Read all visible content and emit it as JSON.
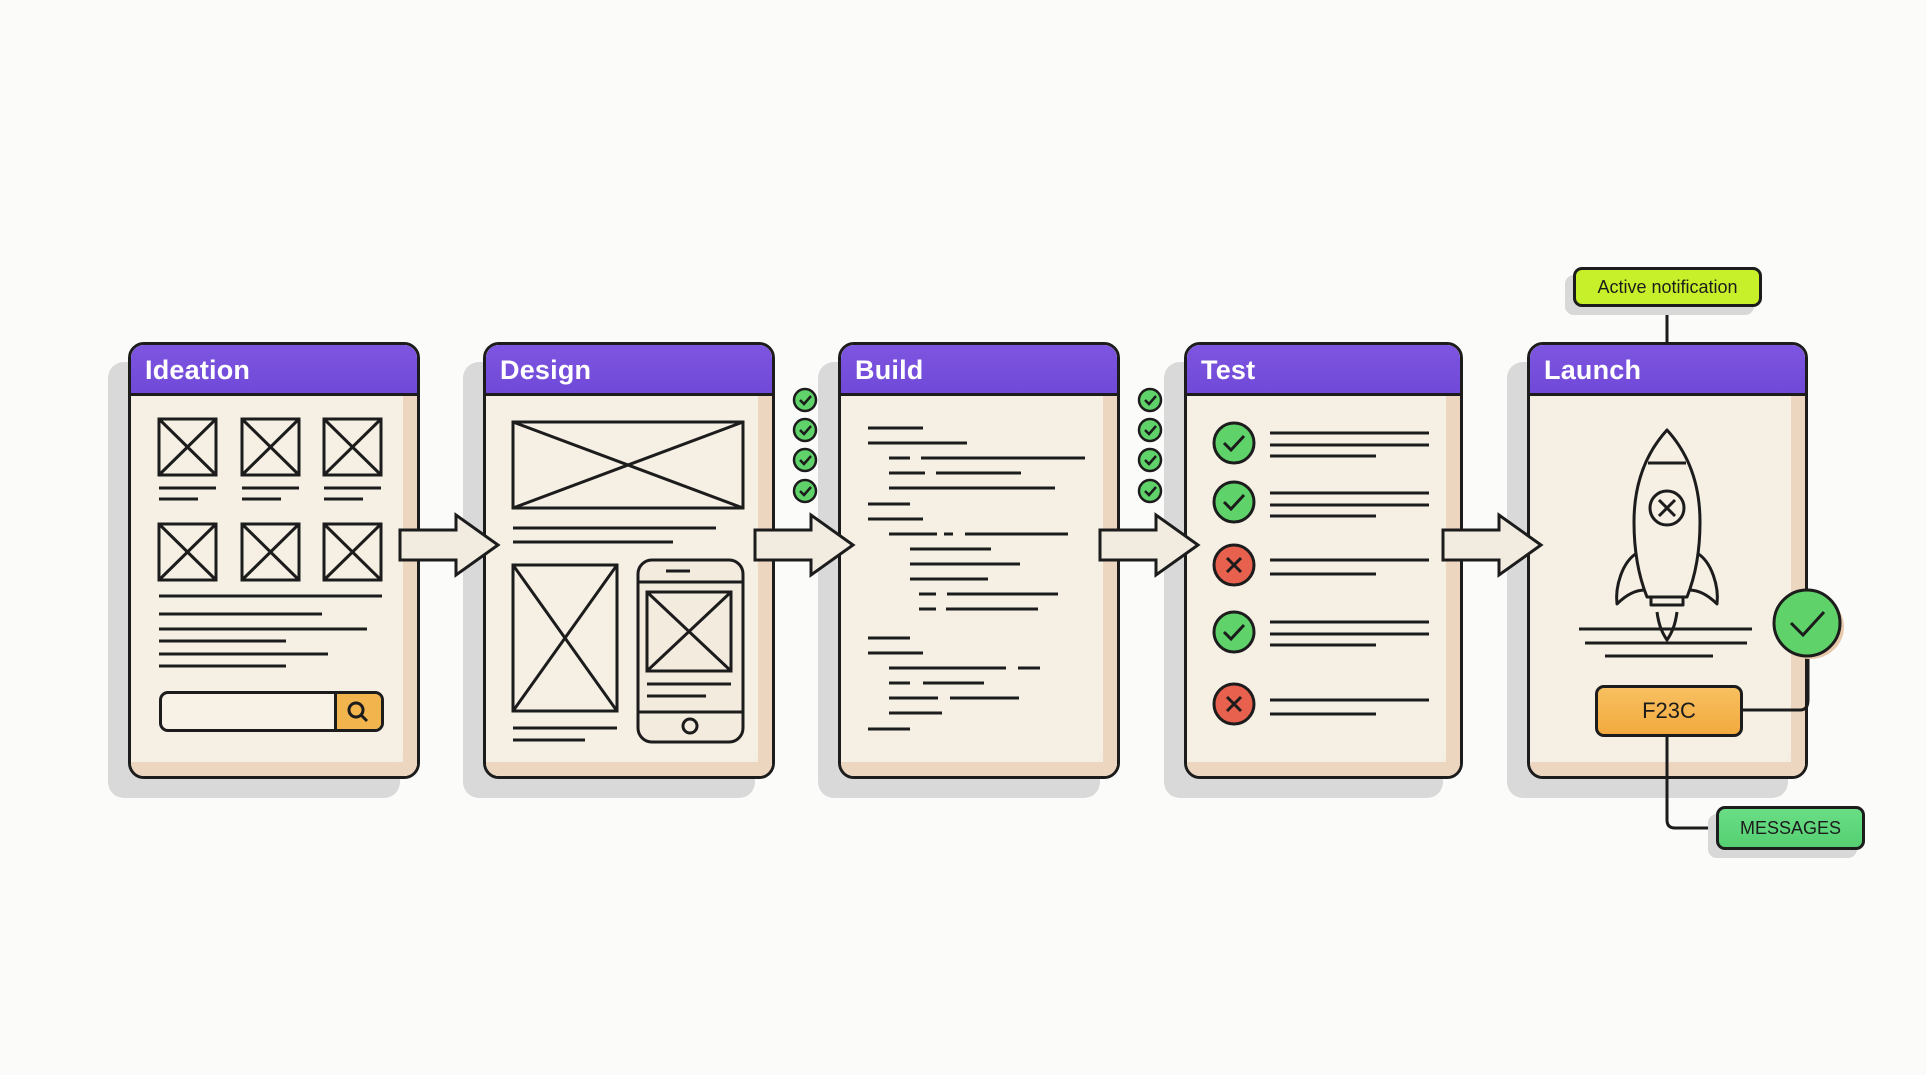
{
  "diagram": {
    "title": "",
    "stages": [
      {
        "id": "ideation",
        "label": "Ideation"
      },
      {
        "id": "design",
        "label": "Design"
      },
      {
        "id": "build",
        "label": "Build"
      },
      {
        "id": "test",
        "label": "Test"
      },
      {
        "id": "launch",
        "label": "Launch"
      }
    ],
    "test_results": [
      "pass",
      "pass",
      "fail",
      "pass",
      "fail"
    ],
    "stage_checks": {
      "after_design": 4,
      "after_build": 4
    },
    "launch": {
      "notification_label": "Active notification",
      "code_button_label": "F23C",
      "messages_label": "MESSAGES",
      "status": "success"
    }
  },
  "colors": {
    "header_purple": "#7350db",
    "card_fill": "#f5efe4",
    "card_edge": "#ecd6bf",
    "pass_green": "#5fd36a",
    "fail_red": "#e8614f",
    "search_orange": "#f2b54d",
    "code_orange": "#f6b64a",
    "notification_lime": "#c8f02a",
    "messages_green": "#5ed57a",
    "outline": "#1c1c1c"
  }
}
